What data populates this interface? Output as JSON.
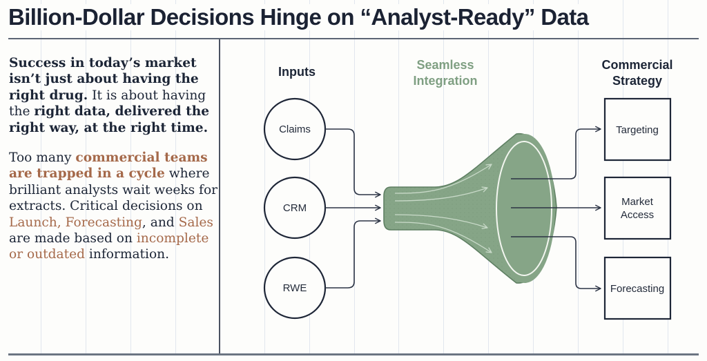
{
  "title": "Billion-Dollar Decisions Hinge on “Analyst-Ready” Data",
  "colors": {
    "ink": "#1c2536",
    "accent_copper": "#a5694a",
    "funnel_fill": "#86a587",
    "funnel_outline": "#5e7f62",
    "integration_label": "#7f9f82"
  },
  "intro": {
    "p1": [
      {
        "text": "Success in today’s market isn’t just about having the right drug.",
        "style": "bold"
      },
      {
        "text": " It is about having the ",
        "style": "normal"
      },
      {
        "text": "right data, delivered the right way, at the right time.",
        "style": "bold"
      }
    ],
    "p2": [
      {
        "text": "Too many ",
        "style": "normal"
      },
      {
        "text": "commercial teams are trapped in a cycle",
        "style": "accent-bold"
      },
      {
        "text": " where brilliant analysts wait weeks for extracts. Critical decisions on ",
        "style": "normal"
      },
      {
        "text": "Launch,",
        "style": "accent"
      },
      {
        "text": " ",
        "style": "normal"
      },
      {
        "text": "Forecasting",
        "style": "accent"
      },
      {
        "text": ", and ",
        "style": "normal"
      },
      {
        "text": "Sales",
        "style": "accent"
      },
      {
        "text": " are made based on ",
        "style": "normal"
      },
      {
        "text": "incomplete or outdated",
        "style": "accent"
      },
      {
        "text": " information.",
        "style": "normal"
      }
    ]
  },
  "diagram": {
    "inputs_header": "Inputs",
    "integration_header": [
      "Seamless",
      "Integration"
    ],
    "strategy_header": [
      "Commercial",
      "Strategy"
    ],
    "inputs": [
      {
        "id": "claims",
        "label": "Claims"
      },
      {
        "id": "crm",
        "label": "CRM"
      },
      {
        "id": "rwe",
        "label": "RWE"
      }
    ],
    "outputs": [
      {
        "id": "targeting",
        "label": [
          "Targeting"
        ]
      },
      {
        "id": "market-access",
        "label": [
          "Market",
          "Access"
        ]
      },
      {
        "id": "forecasting",
        "label": [
          "Forecasting"
        ]
      }
    ],
    "funnel_icon": "funnel-icon"
  }
}
